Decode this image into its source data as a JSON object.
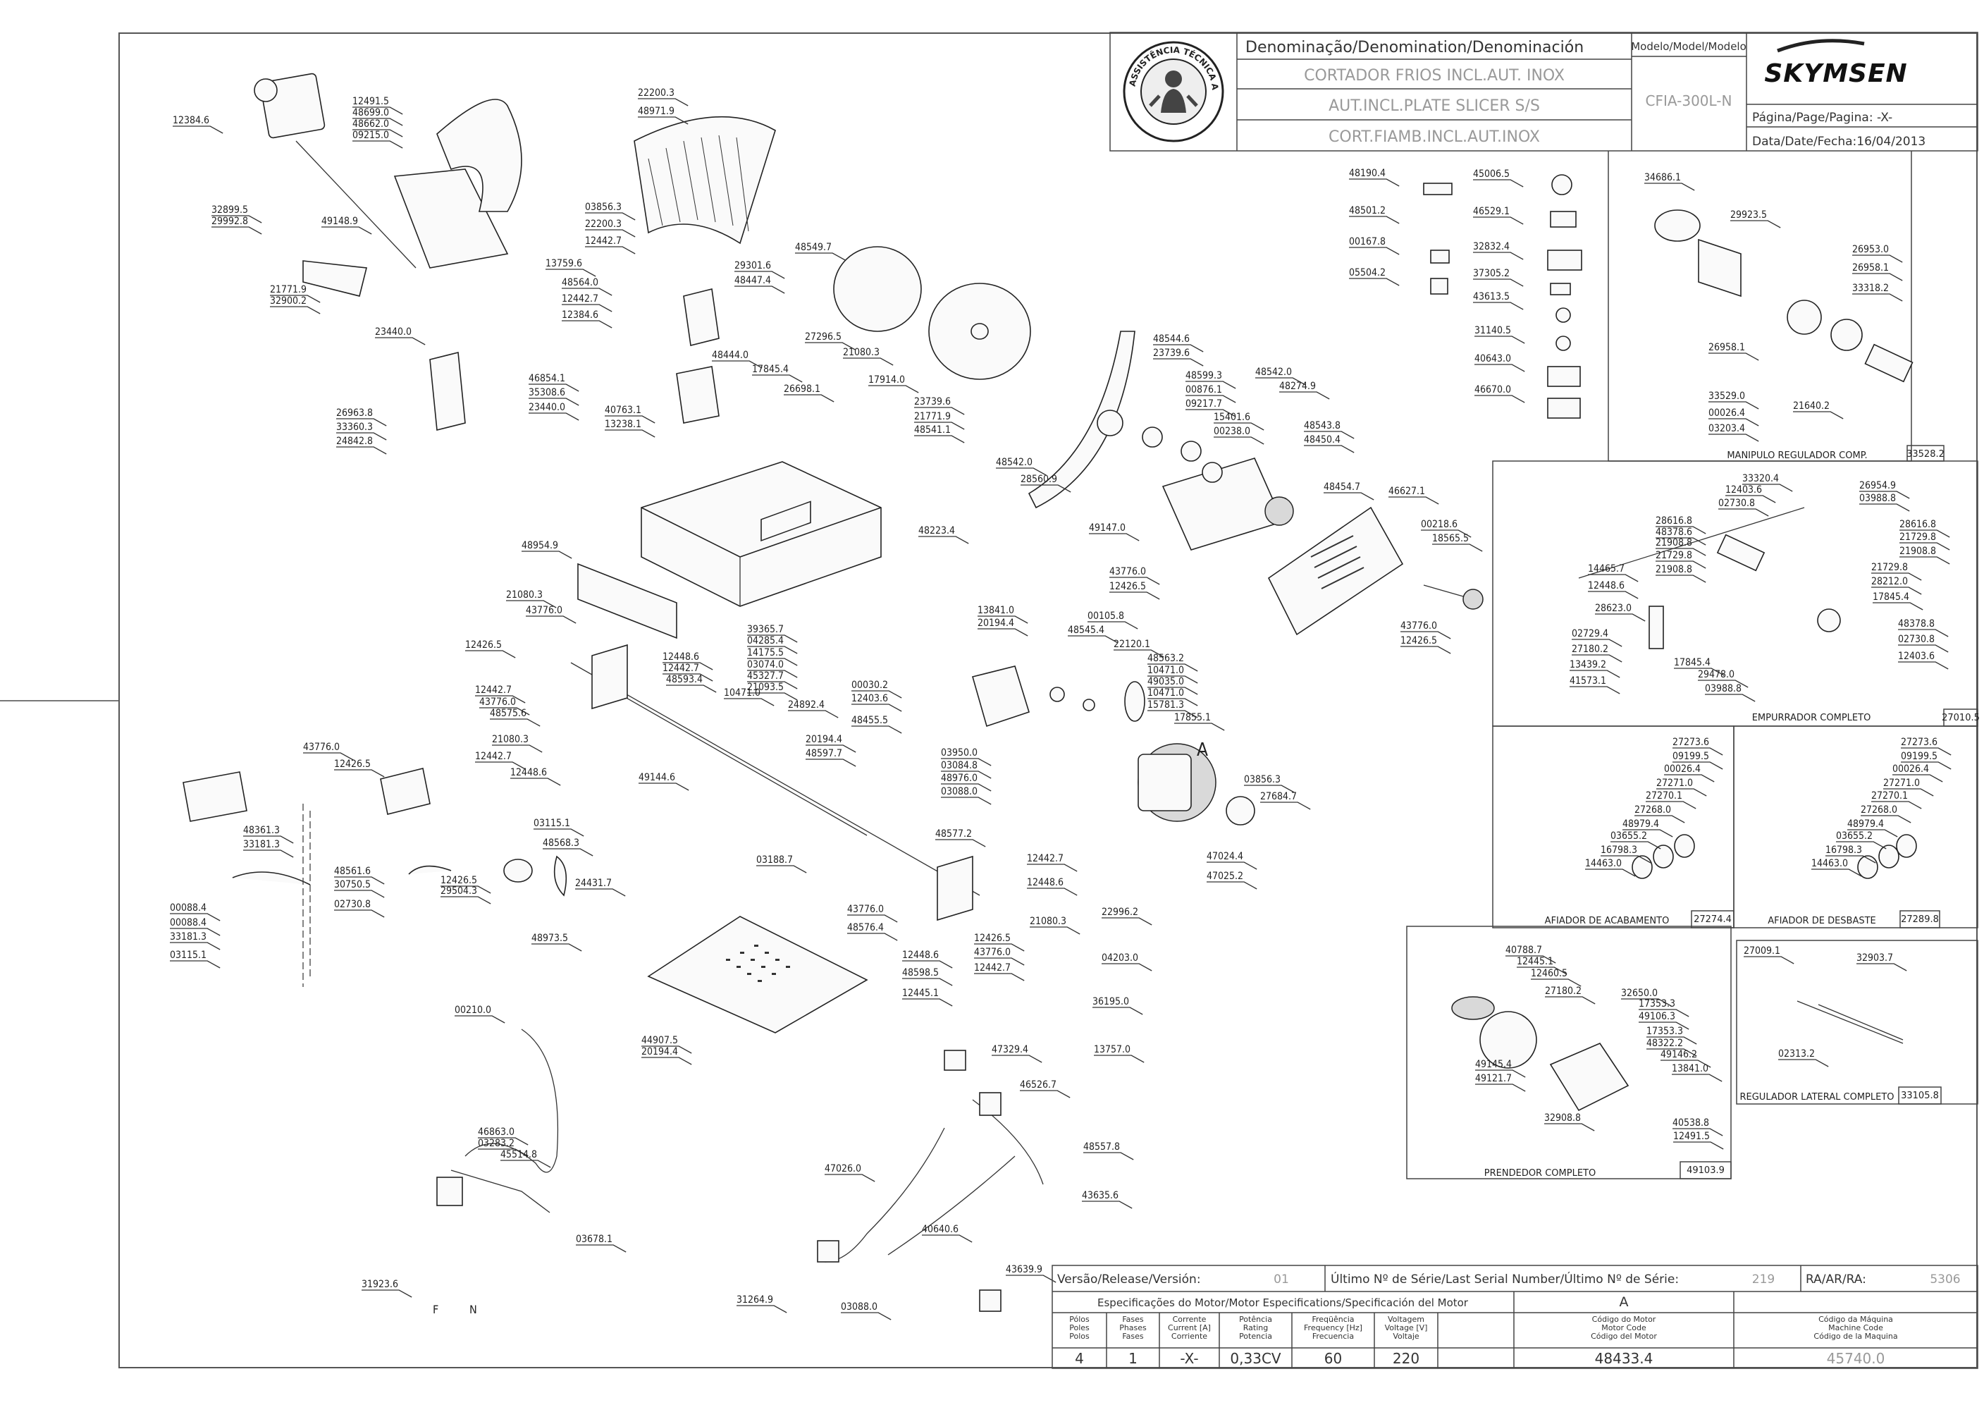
{
  "title_block": {
    "denomination_header": "Denominação/Denomination/Denominación",
    "names": [
      "CORTADOR FRIOS INCL.AUT. INOX",
      "AUT.INCL.PLATE SLICER S/S",
      "CORT.FIAMB.INCL.AUT.INOX"
    ],
    "model_header": "Modelo/Model/Modelo",
    "model": "CFIA-300L-N",
    "brand": "SKYMSEN",
    "stamp_text": "ASSISTÊNCIA TÉCNICA AUTORIZADA",
    "page_label": "Página/Page/Pagina: -X-",
    "date_label": "Data/Date/Fecha:16/04/2013"
  },
  "footer": {
    "version_label": "Versão/Release/Versión:",
    "version_value": "01",
    "serial_label": "Último Nº de Série/Last Serial Number/Último Nº de Série:",
    "serial_value": "219",
    "ra_label": "RA/AR/RA:",
    "ra_value": "5306",
    "motor_spec_label": "Especificações do Motor/Motor Especifications/Specificación del Motor",
    "motor_variant": "A",
    "columns": [
      {
        "h": [
          "Pólos",
          "Poles",
          "Polos"
        ],
        "v": "4"
      },
      {
        "h": [
          "Fases",
          "Phases",
          "Fases"
        ],
        "v": "1"
      },
      {
        "h": [
          "Corrente",
          "Current [A]",
          "Corriente"
        ],
        "v": "-X-"
      },
      {
        "h": [
          "Potência",
          "Rating",
          "Potencia"
        ],
        "v": "0,33CV"
      },
      {
        "h": [
          "Freqüência",
          "Frequency [Hz]",
          "Frecuencia"
        ],
        "v": "60"
      },
      {
        "h": [
          "Voltagem",
          "Voltage [V]",
          "Voltaje"
        ],
        "v": "220"
      },
      {
        "h": [
          "Código do Motor",
          "Motor Code",
          "Código del Motor"
        ],
        "v": "48433.4"
      },
      {
        "h": [
          "Código da Máquina",
          "Machine Code",
          "Código de la Maquina"
        ],
        "v": "45740.0"
      }
    ]
  },
  "subassemblies": [
    {
      "title": "MANIPULO REGULADOR COMP.",
      "code": "33528.2"
    },
    {
      "title": "EMPURRADOR COMPLETO",
      "code": "27010.5"
    },
    {
      "title": "AFIADOR DE ACABAMENTO",
      "code": "27274.4"
    },
    {
      "title": "AFIADOR DE DESBASTE",
      "code": "27289.8"
    },
    {
      "title": "PRENDEDOR COMPLETO",
      "code": "49103.9"
    },
    {
      "title": "REGULADOR LATERAL COMPLETO",
      "code": "33105.8"
    }
  ],
  "motor_letter": "A",
  "plug_letters": [
    "F",
    "N"
  ],
  "parts": [
    "12384.6",
    "12491.5",
    "48699.0",
    "48662.0",
    "09215.0",
    "32899.5",
    "29992.8",
    "49148.9",
    "21771.9",
    "32900.2",
    "22200.3",
    "48971.9",
    "03856.3",
    "22200.3",
    "12442.7",
    "13759.6",
    "48564.0",
    "12442.7",
    "12384.6",
    "29301.6",
    "48447.4",
    "27296.5",
    "48444.0",
    "17845.4",
    "26698.1",
    "40763.1",
    "13238.1",
    "48549.7",
    "21080.3",
    "17914.0",
    "23739.6",
    "21771.9",
    "48541.1",
    "48544.6",
    "23739.6",
    "48599.3",
    "00876.1",
    "09217.7",
    "15401.6",
    "00238.0",
    "48542.0",
    "48274.9",
    "48543.8",
    "48450.4",
    "48542.0",
    "28560.9",
    "49147.0",
    "48454.7",
    "46627.1",
    "00218.6",
    "18565.5",
    "43776.0",
    "12426.5",
    "43776.0",
    "12426.5",
    "23440.0",
    "46854.1",
    "35308.6",
    "23440.0",
    "26963.8",
    "33360.3",
    "24842.8",
    "48954.9",
    "48223.4",
    "21080.3",
    "43776.0",
    "39365.7",
    "04285.4",
    "14175.5",
    "03074.0",
    "45327.7",
    "21093.5",
    "24892.4",
    "12426.5",
    "12448.6",
    "12442.7",
    "48593.4",
    "12442.7",
    "43776.0",
    "48575.6",
    "21080.3",
    "12442.7",
    "12448.6",
    "10471.0",
    "20194.4",
    "48597.7",
    "49144.6",
    "13841.0",
    "20194.4",
    "00030.2",
    "12403.6",
    "48455.5",
    "00105.8",
    "48545.4",
    "22120.1",
    "48563.2",
    "10471.0",
    "49035.0",
    "10471.0",
    "15781.3",
    "17855.1",
    "03950.0",
    "03084.8",
    "48976.0",
    "03088.0",
    "03856.3",
    "27684.7",
    "47024.4",
    "47025.2",
    "43776.0",
    "12426.5",
    "48361.3",
    "33181.3",
    "00088.4",
    "00088.4",
    "33181.3",
    "03115.1",
    "48561.6",
    "30750.5",
    "02730.8",
    "12426.5",
    "29504.3",
    "03115.1",
    "48568.3",
    "24431.7",
    "48973.5",
    "03188.7",
    "48577.2",
    "12442.7",
    "12448.6",
    "43776.0",
    "48576.4",
    "21080.3",
    "12426.5",
    "43776.0",
    "12442.7",
    "12448.6",
    "48598.5",
    "12445.1",
    "44907.5",
    "20194.4",
    "22996.2",
    "04203.0",
    "36195.0",
    "13757.0",
    "00210.0",
    "46863.0",
    "03283.2",
    "45514.8",
    "03678.1",
    "31923.6",
    "47329.4",
    "46526.7",
    "48557.8",
    "47026.0",
    "43635.6",
    "40640.6",
    "43639.9",
    "31264.9",
    "03088.0",
    "48190.4",
    "48501.2",
    "00167.8",
    "05504.2",
    "45006.5",
    "46529.1",
    "32832.4",
    "37305.2",
    "43613.5",
    "31140.5",
    "40643.0",
    "46670.0",
    "34686.1",
    "29923.5",
    "26953.0",
    "26958.1",
    "33318.2",
    "26958.1",
    "33529.0",
    "00026.4",
    "03203.4",
    "21640.2",
    "33320.4",
    "12403.6",
    "02730.8",
    "26954.9",
    "03988.8",
    "28616.8",
    "48378.6",
    "28616.8",
    "21729.8",
    "21908.8",
    "21908.8",
    "21729.8",
    "21908.8",
    "21729.8",
    "28212.0",
    "17845.4",
    "14465.7",
    "12448.6",
    "28623.0",
    "48378.8",
    "02730.8",
    "12403.6",
    "02729.4",
    "27180.2",
    "13439.2",
    "41573.1",
    "17845.4",
    "29478.0",
    "03988.8",
    "27273.6",
    "09199.5",
    "00026.4",
    "27271.0",
    "27270.1",
    "27268.0",
    "48979.4",
    "03655.2",
    "16798.3",
    "14463.0",
    "27273.6",
    "09199.5",
    "00026.4",
    "27271.0",
    "27270.1",
    "27268.0",
    "48979.4",
    "03655.2",
    "16798.3",
    "14463.0",
    "40788.7",
    "12445.1",
    "12460.5",
    "27180.2",
    "32650.0",
    "17353.3",
    "49106.3",
    "17353.3",
    "48322.2",
    "49146.2",
    "13841.0",
    "49145.4",
    "49121.7",
    "32908.8",
    "40538.8",
    "12491.5",
    "27009.1",
    "32903.7",
    "02313.2"
  ]
}
